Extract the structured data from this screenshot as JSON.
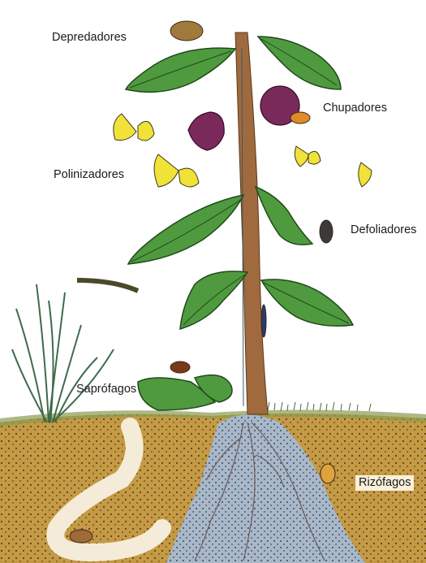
{
  "labels": {
    "depredadores": "Depredadores",
    "chupadores": "Chupadores",
    "polinizadores": "Polinizadores",
    "defoliadores": "Defoliadores",
    "saprofagos": "Saprófagos",
    "rizofagos": "Rizófagos"
  },
  "colors": {
    "leaf": "#4f9a3e",
    "stem": "#a06a3e",
    "soil": "#c59a45",
    "rock": "#a8b8c8",
    "flower": "#7a2a5a",
    "butterfly": "#f1e23a"
  }
}
